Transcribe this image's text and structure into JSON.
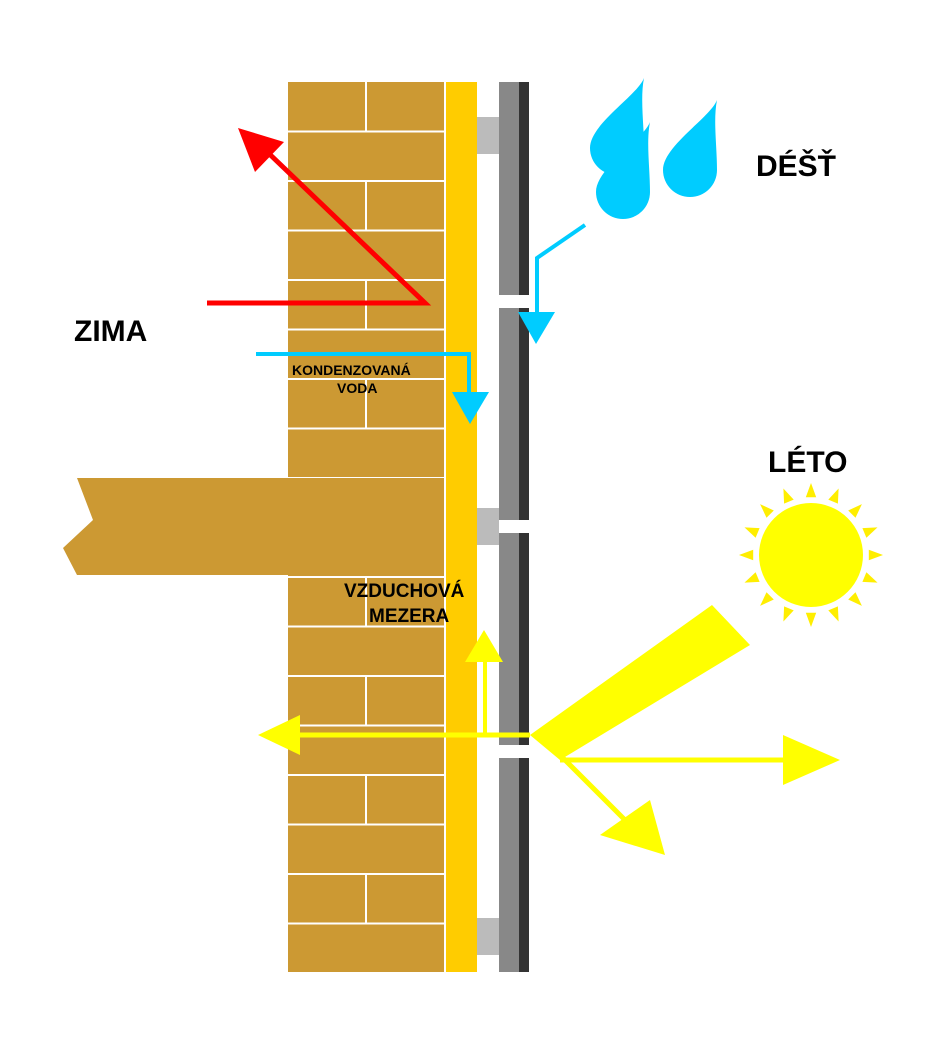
{
  "labels": {
    "rain": "DÉŠŤ",
    "winter": "ZIMA",
    "summer": "LÉTO",
    "condensed_water_line1": "KONDENZOVANÁ",
    "condensed_water_line2": "VODA",
    "air_gap_line1": "VZDUCHOVÁ",
    "air_gap_line2": "MEZERA"
  },
  "colors": {
    "brick": "#CC9933",
    "mortar": "#ffffff",
    "insulation": "#FFCC00",
    "bracket": "#BBBBBB",
    "cladding": "#888888",
    "cladding_edge": "#333333",
    "winter_arrow": "#FF0000",
    "water": "#00CCFF",
    "sun": "#FFFF00",
    "sun_ray": "#FFEE00"
  }
}
